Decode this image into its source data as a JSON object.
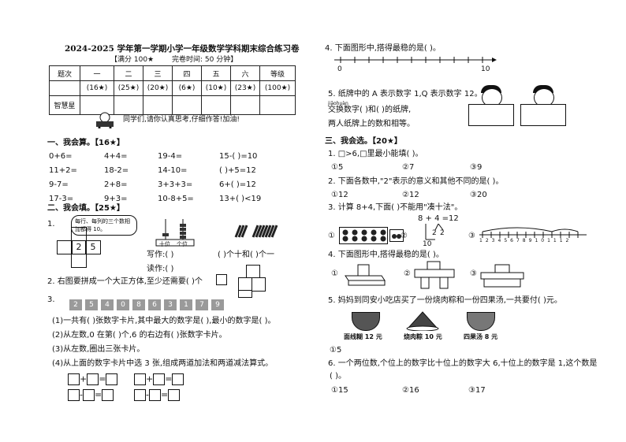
{
  "header": {
    "title": "2024-2025 学年第一学期小学一年级数学学科期末综合练习卷",
    "full_score": "【满分 100★",
    "time": "完卷时间: 50 分钟】"
  },
  "score_table": {
    "row1": [
      "题次",
      "一",
      "二",
      "三",
      "四",
      "五",
      "六",
      "等级"
    ],
    "row2": [
      "",
      "(16★)",
      "(25★)",
      "(20★)",
      "(6★)",
      "(10★)",
      "(23★)",
      "(100★)"
    ],
    "row3": [
      "智慧星",
      "",
      "",
      "",
      "",
      "",
      "",
      ""
    ]
  },
  "encourage": "同学们,请你认真思考,仔细作答!加油!",
  "sec1": {
    "title": "一、我会算。【16★】",
    "items": [
      "0+6=",
      "4+4=",
      "19-4=",
      "15-(  )=10",
      "11+2=",
      "18-2=",
      "14-10=",
      "(  )+5=12",
      "9-7=",
      "2+8=",
      "3+3+3=",
      "6+(  )=12",
      "17-3=",
      "9+3=",
      "10-8+5=",
      "13+(  )<19"
    ]
  },
  "sec2": {
    "title": "二、我会填。【25★】",
    "q1_num": "1.",
    "bubble": "每行、每列的三个数相加都得 10。",
    "net_nums": [
      "2",
      "5"
    ],
    "abacus_labels": [
      "十位",
      "个位"
    ],
    "write_label": "写作:(    )",
    "read_label": "读作:(    )",
    "tens_ones": "(    )个十和(    )个一",
    "q2": "2. 右图要拼成一个大正方体,至少还需要(    )个",
    "q3_num": "3.",
    "cards": [
      "2",
      "5",
      "4",
      "0",
      "8",
      "6",
      "3",
      "1",
      "7",
      "9"
    ],
    "q3_sub": [
      "(1)一共有(    )张数字卡片,其中最大的数字是(    ),最小的数字是(    )。",
      "(2)从左数,0 在第(    )个,6 的右边有(    )张数字卡片。",
      "(3)从左数,圈出三张卡片。",
      "(4)从上面的数字卡片中选 3 张,组成两道加法和两道减法算式。"
    ],
    "eq_signs": [
      "+",
      "=",
      "+",
      "=",
      "-",
      "=",
      "-",
      "="
    ]
  },
  "right": {
    "q4": "4. 下面图形中,搭得最稳的是(    )。",
    "line_labels": [
      "0",
      "10"
    ],
    "q5_lines": [
      "5. 纸牌中的 A 表示数字 1,Q 表示数字 12。",
      "交换数字(    )和(    )的纸牌,",
      "两人纸牌上的数和相等。"
    ],
    "ruby": "jiāohuàn",
    "sec3_title": "三、我会选。【20★】",
    "q1": "1. □>6,□里最小能填(    )。",
    "q1_opts": [
      "①5",
      "②7",
      "③9"
    ],
    "q2": "2. 下面各数中,\"2\"表示的意义和其他不同的是(    )。",
    "q2_opts": [
      "①12",
      "②12",
      "③20"
    ],
    "q3": "3. 计算 8+4,下面(    )不能用\"凑十法\"。",
    "q3_calc": "8 + 4 =12",
    "q3_split": [
      "2",
      "2"
    ],
    "q3_ten": "10",
    "q3_opts": [
      "①",
      "②",
      "③"
    ],
    "ruler_ticks": [
      "1",
      "2",
      "3",
      "4",
      "5",
      "6",
      "7",
      "8",
      "9",
      "10",
      "11",
      "12"
    ],
    "q4_opts": [
      "①",
      "②",
      "③"
    ],
    "q5": "5. 妈妈到同安小吃店买了一份烧肉粽和一份四果汤,一共要付(    )元。",
    "foods": [
      "面线糊 12 元",
      "烧肉粽 10 元",
      "四果汤 8 元"
    ],
    "q6": "6. 一个两位数,个位上的数字比十位上的数字大 6,十位上的数字是 1,这个数是",
    "q6b": "(    )。",
    "q6_opts": [
      "①15",
      "②16",
      "③17"
    ]
  }
}
